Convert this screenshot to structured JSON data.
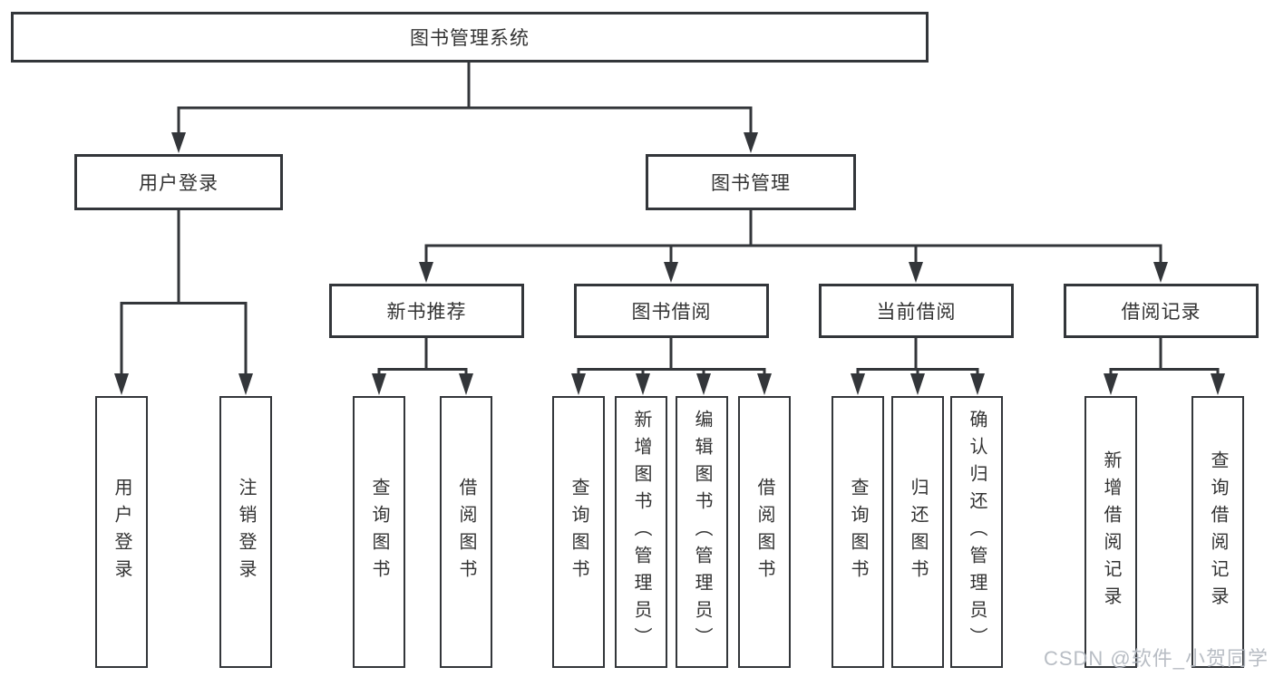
{
  "diagram": {
    "root": {
      "label": "图书管理系统"
    },
    "branches": [
      {
        "label": "用户登录",
        "children": [
          {
            "label": "用户登录"
          },
          {
            "label": "注销登录"
          }
        ]
      },
      {
        "label": "图书管理",
        "children": [
          {
            "label": "新书推荐",
            "children": [
              {
                "label": "查询图书"
              },
              {
                "label": "借阅图书"
              }
            ]
          },
          {
            "label": "图书借阅",
            "children": [
              {
                "label": "查询图书"
              },
              {
                "label": "新增图书（管理员）"
              },
              {
                "label": "编辑图书（管理员）"
              },
              {
                "label": "借阅图书"
              }
            ]
          },
          {
            "label": "当前借阅",
            "children": [
              {
                "label": "查询图书"
              },
              {
                "label": "归还图书"
              },
              {
                "label": "确认归还（管理员）"
              }
            ]
          },
          {
            "label": "借阅记录",
            "children": [
              {
                "label": "新增借阅记录"
              },
              {
                "label": "查询借阅记录"
              }
            ]
          }
        ]
      }
    ]
  },
  "watermark": {
    "text": "CSDN @软件_小贺同学"
  },
  "colors": {
    "line": "#33363a",
    "text": "#333333",
    "background": "#ffffff",
    "watermark": "#b2b7bf"
  }
}
